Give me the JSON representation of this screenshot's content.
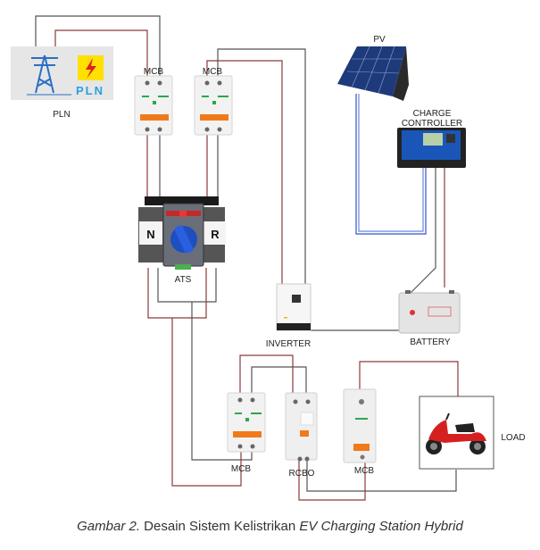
{
  "labels": {
    "pln": "PLN",
    "pln_logo_text": "PLN",
    "mcb_1": "MCB",
    "mcb_2": "MCB",
    "ats": "ATS",
    "ats_n": "N",
    "ats_r": "R",
    "pv": "PV",
    "charge_controller_line1": "CHARGE",
    "charge_controller_line2": "CONTROLLER",
    "inverter": "INVERTER",
    "battery": "BATTERY",
    "mcb_3": "MCB",
    "rcbo": "RCBO",
    "mcb_4": "MCB",
    "load": "LOAD"
  },
  "caption": {
    "prefix": "Gambar 2.",
    "text": " Desain Sistem Kelistrikan ",
    "italic": "EV Charging Station Hybrid"
  },
  "colors": {
    "wire_dark": "#555555",
    "wire_red": "#8b3a3a",
    "wire_blue": "#3355cc",
    "breaker_orange": "#f07a1a",
    "pln_blue": "#2a6fc4",
    "pln_yellow": "#ffe000"
  }
}
